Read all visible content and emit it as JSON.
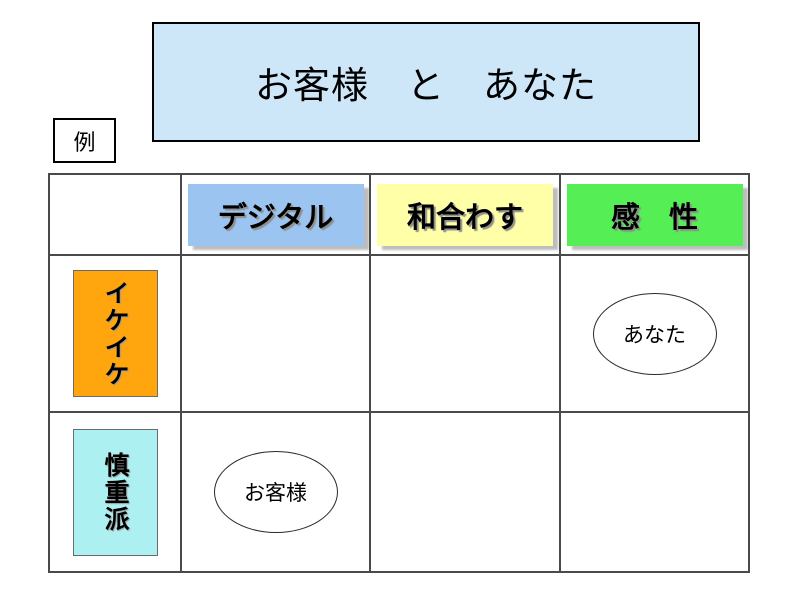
{
  "slide": {
    "title": "お客様　と　あなた",
    "example_label": "例"
  },
  "matrix": {
    "column_headers": [
      {
        "label": "デジタル",
        "color": "#9BC5F0"
      },
      {
        "label": "和合わす",
        "color": "#FFFFA8"
      },
      {
        "label": "感　性",
        "color": "#55EE55"
      }
    ],
    "row_headers": [
      {
        "label": "イケイケ",
        "color": "#FFA60E"
      },
      {
        "label": "慎重派",
        "color": "#ADF0F2"
      }
    ],
    "placements": [
      {
        "label": "あなた",
        "row": "イケイケ",
        "column": "感　性"
      },
      {
        "label": "お客様",
        "row": "慎重派",
        "column": "デジタル"
      }
    ]
  },
  "colors": {
    "title_bg": "#CEE7F8",
    "grid_line": "#4A4A4A"
  }
}
